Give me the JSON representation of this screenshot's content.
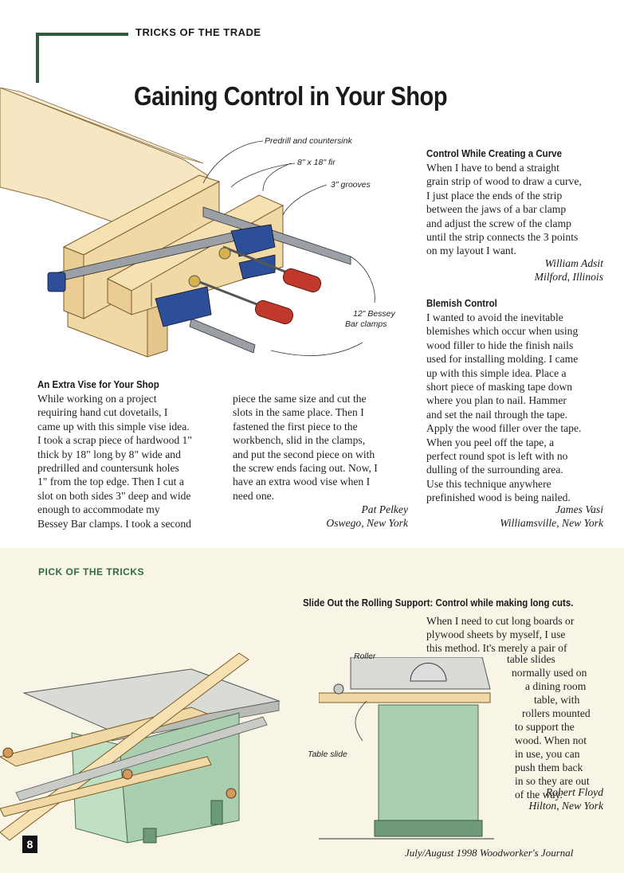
{
  "header": {
    "section_label": "TRICKS OF THE TRADE",
    "headline": "Gaining Control in Your Shop"
  },
  "vise_figure": {
    "callouts": [
      "Predrill and countersink",
      "8\" x 18\" fir",
      "3\" grooves",
      "12\" Bessey",
      "Bar clamps"
    ]
  },
  "articles": {
    "vise": {
      "title": "An Extra Vise for Your Shop",
      "col1_lines": [
        "While working on a project",
        "requiring hand cut dovetails, I",
        "came up with this simple vise idea.",
        "I took a scrap piece of hardwood 1\"",
        "thick by 18\" long by 8\" wide and",
        "predrilled and countersunk holes",
        "1\" from the top edge. Then I cut a",
        "slot on both sides 3\" deep and wide",
        "enough to accommodate my",
        "Bessey Bar clamps. I took a second"
      ],
      "col2_lines": [
        "piece the same size and cut the",
        "slots in the same place. Then I",
        "fastened the first piece to the",
        "workbench, slid in the clamps,",
        "and put the second piece on with",
        "the screw ends facing out. Now, I",
        "have an extra wood vise when I",
        "need one."
      ],
      "author": "Pat Pelkey",
      "location": "Oswego, New York"
    },
    "curve": {
      "title": "Control While Creating a Curve",
      "lines": [
        "When I have to bend a straight",
        "grain strip of wood to draw a curve,",
        "I just place the ends of the strip",
        "between the jaws of a bar clamp",
        "and adjust the screw of the clamp",
        "until the strip connects the 3 points",
        "on my layout I want."
      ],
      "author": "William Adsit",
      "location": "Milford, Illinois"
    },
    "blemish": {
      "title": "Blemish Control",
      "lines": [
        "I wanted to avoid the inevitable",
        "blemishes which occur when using",
        "wood filler to hide the finish nails",
        "used for installing molding. I came",
        "up with this simple idea. Place a",
        "short piece of masking tape down",
        "where you plan to nail. Hammer",
        "and set the nail through the tape.",
        "Apply the wood filler over the tape.",
        "When you peel off the tape, a",
        "perfect round spot is left with no",
        "dulling of the surrounding area.",
        "Use this technique anywhere",
        "prefinished wood is being nailed."
      ],
      "author": "James Vasi",
      "location": "Williamsville, New York"
    }
  },
  "pick": {
    "label": "PICK OF THE TRICKS",
    "title": "Slide Out the Rolling Support: Control while making long cuts.",
    "lines": [
      "When I need to cut long boards or",
      "plywood sheets by myself, I use",
      "this method. It's merely a pair of",
      "table slides",
      "normally used on",
      "a dining room",
      "table, with",
      "rollers mounted",
      "to support the",
      "wood. When not",
      "in use, you can",
      "push them back",
      "in so they are out",
      "of the way."
    ],
    "author": "Robert Floyd",
    "location": "Hilton, New York",
    "callout_roller": "Roller",
    "callout_slide": "Table slide"
  },
  "footer": {
    "page_number": "8",
    "issue": "July/August 1998   Woodworker's Journal"
  },
  "colors": {
    "accent_green": "#2f5a3e",
    "band_cream": "#f9f5e6",
    "wood": "#f1d9a6",
    "clamp_blue": "#2d4f9a",
    "handle_red": "#c0392b",
    "saw_green": "#a9cfb0"
  }
}
